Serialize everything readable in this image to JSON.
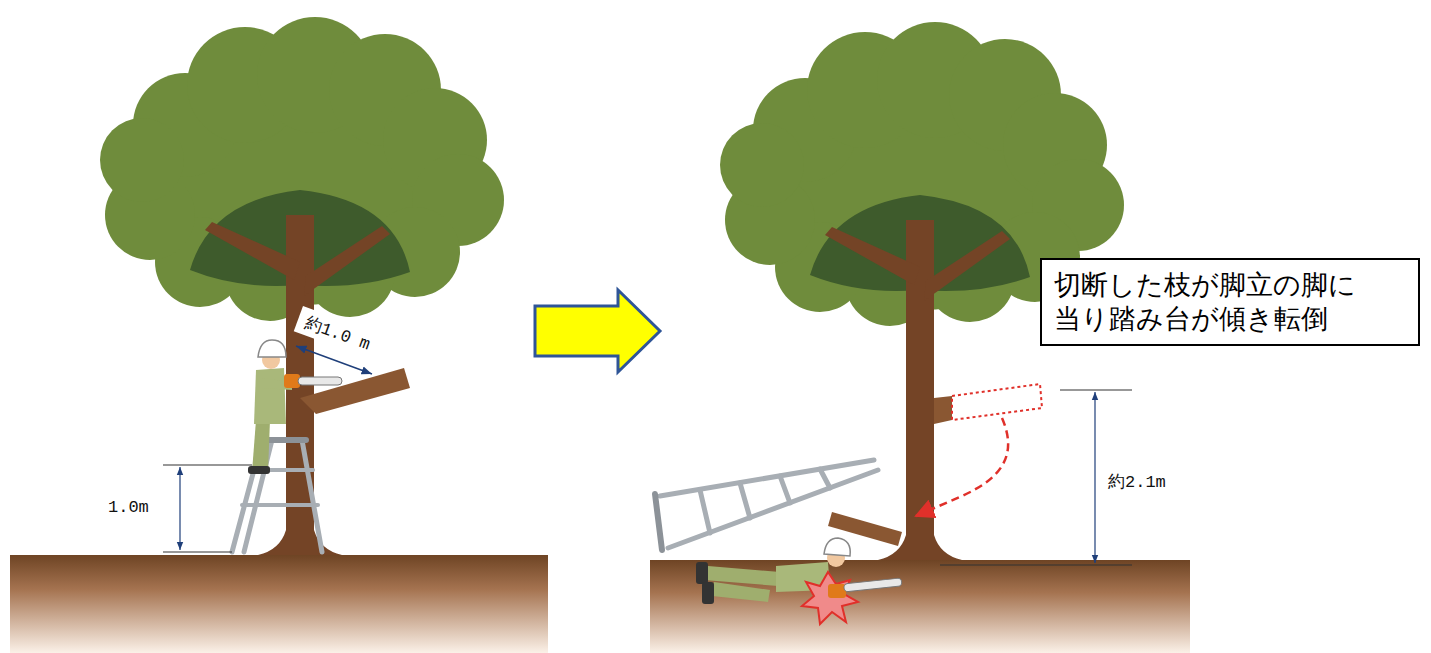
{
  "diagram": {
    "nodes": [
      {
        "text": [
          "切断した枝が脚立の脚に 当り踏み台が傾き転倒"
        ]
      }
    ],
    "labels": [
      "約1.0 m",
      "1.0m",
      "約2.1m"
    ]
  }
}
